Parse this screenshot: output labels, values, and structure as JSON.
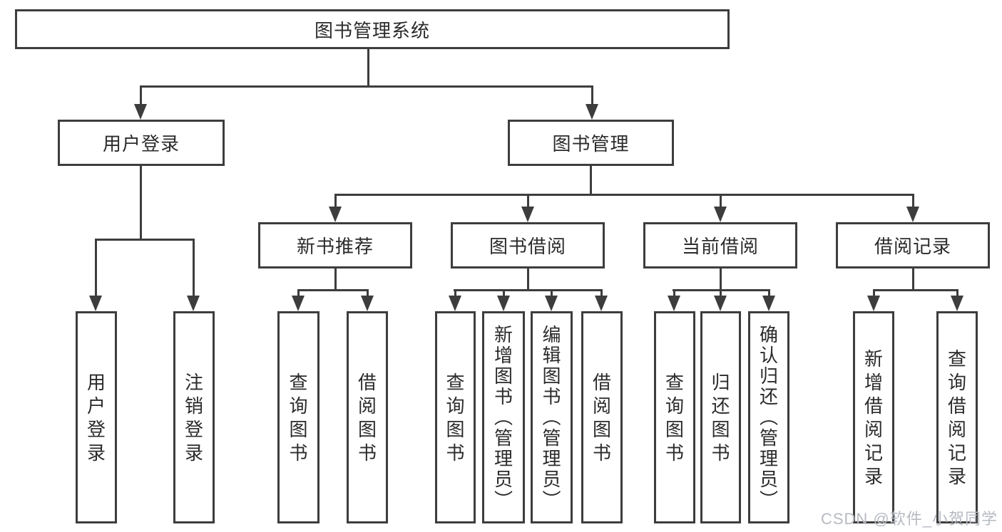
{
  "diagram": {
    "root": "图书管理系统",
    "branches": [
      {
        "label": "用户登录",
        "children": [
          "用户登录",
          "注销登录"
        ]
      },
      {
        "label": "图书管理",
        "sections": [
          {
            "label": "新书推荐",
            "children": [
              "查询图书",
              "借阅图书"
            ]
          },
          {
            "label": "图书借阅",
            "children": [
              "查询图书",
              "新增图书（管理员）",
              "编辑图书（管理员）",
              "借阅图书"
            ]
          },
          {
            "label": "当前借阅",
            "children": [
              "查询图书",
              "归还图书",
              "确认归还（管理员）"
            ]
          },
          {
            "label": "借阅记录",
            "children": [
              "新增借阅记录",
              "查询借阅记录"
            ]
          }
        ]
      }
    ]
  },
  "watermark": "CSDN @软件_小贺同学",
  "colors": {
    "line": "#3d3d3d",
    "text": "#2b2b2b",
    "watermark": "#b6bac1",
    "background": "#ffffff"
  }
}
